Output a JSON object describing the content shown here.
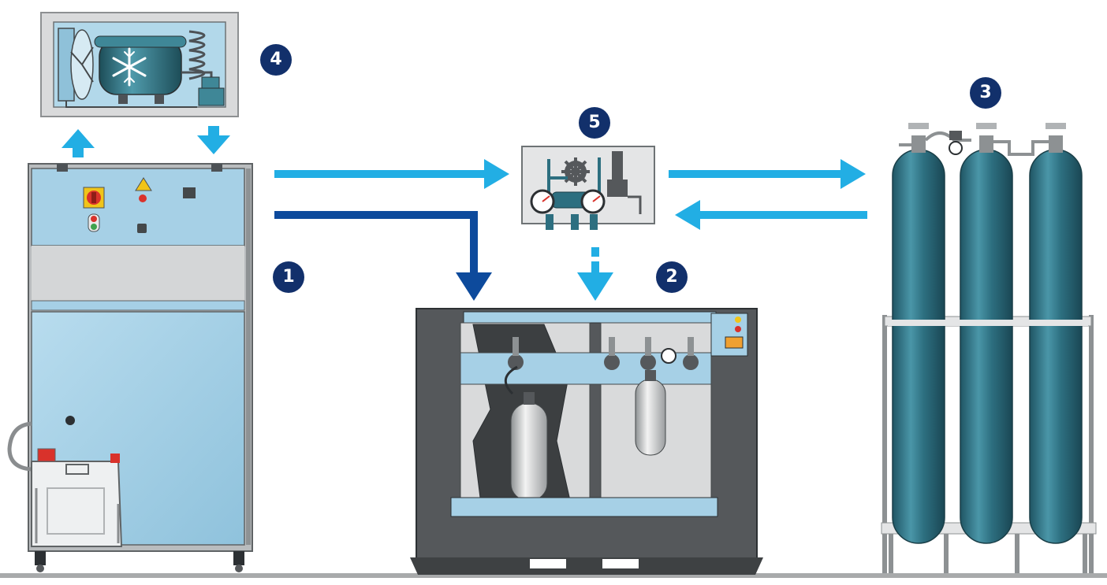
{
  "colors": {
    "badge": "#12306b",
    "flow_light": "#22aee4",
    "flow_dark": "#0d4a9c",
    "panel_blue": "#a9d3e8",
    "machine_dark": "#55585b",
    "cylinder_teal": "#2d6f80",
    "ground": "#a8aaab"
  },
  "components": [
    {
      "id": "compressor",
      "label": "1"
    },
    {
      "id": "filling-station",
      "label": "2"
    },
    {
      "id": "storage-cylinders",
      "label": "3"
    },
    {
      "id": "cooling-unit",
      "label": "4"
    },
    {
      "id": "pressure-regulator-panel",
      "label": "5"
    }
  ],
  "flows": [
    {
      "from": "compressor",
      "to": "cooling-unit",
      "tone": "light"
    },
    {
      "from": "cooling-unit",
      "to": "compressor",
      "tone": "light"
    },
    {
      "from": "compressor",
      "to": "pressure-regulator-panel",
      "tone": "light"
    },
    {
      "from": "compressor",
      "to": "filling-station",
      "tone": "dark"
    },
    {
      "from": "pressure-regulator-panel",
      "to": "storage-cylinders",
      "tone": "light"
    },
    {
      "from": "storage-cylinders",
      "to": "pressure-regulator-panel",
      "tone": "light"
    },
    {
      "from": "pressure-regulator-panel",
      "to": "filling-station",
      "tone": "light"
    }
  ]
}
